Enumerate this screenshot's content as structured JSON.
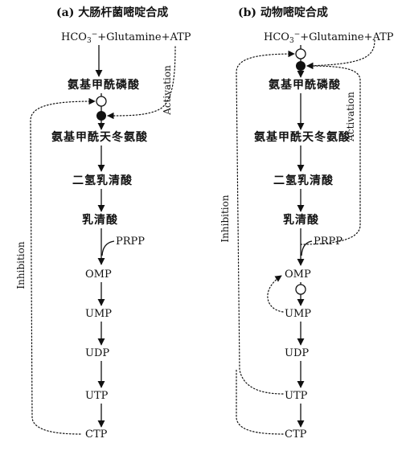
{
  "panel_a": {
    "title": "(a) 大肠杆菌嘧啶合成",
    "substrates": "HCO3−+Glutamine+ATP",
    "nodes": [
      "氨基甲酰磷酸",
      "氨基甲酰天冬氨酸",
      "二氢乳清酸",
      "乳清酸",
      "OMP",
      "UMP",
      "UDP",
      "UTP",
      "CTP"
    ],
    "prpp": "PRPP",
    "activation": "Activation",
    "inhibition": "Inhibition"
  },
  "panel_b": {
    "title": "(b) 动物嘧啶合成",
    "substrates": "HCO3−+Glutamine+ATP",
    "nodes": [
      "氨基甲酰磷酸",
      "氨基甲酰天冬氨酸",
      "二氢乳清酸",
      "乳清酸",
      "OMP",
      "UMP",
      "UDP",
      "UTP",
      "CTP"
    ],
    "prpp": "PRPP",
    "activation": "Activation",
    "inhibition": "Inhibition"
  }
}
